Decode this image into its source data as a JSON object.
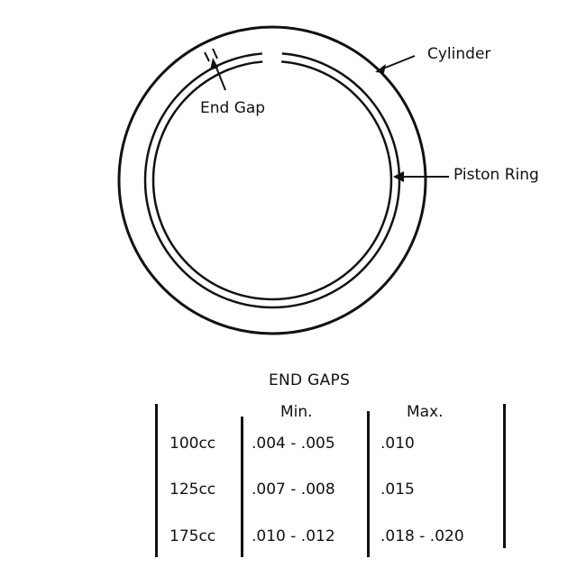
{
  "diagram": {
    "labels": {
      "cylinder": "Cylinder",
      "end_gap": "End Gap",
      "piston_ring": "Piston Ring"
    }
  },
  "table": {
    "title": "END GAPS",
    "headers": {
      "min": "Min.",
      "max": "Max."
    },
    "rows": [
      {
        "engine": "100cc",
        "min": ".004 - .005",
        "max": ".010"
      },
      {
        "engine": "125cc",
        "min": ".007 - .008",
        "max": ".015"
      },
      {
        "engine": "175cc",
        "min": ".010 - .012",
        "max": ".018 - .020"
      }
    ]
  },
  "colors": {
    "ink": "#111111",
    "paper": "#ffffff"
  }
}
